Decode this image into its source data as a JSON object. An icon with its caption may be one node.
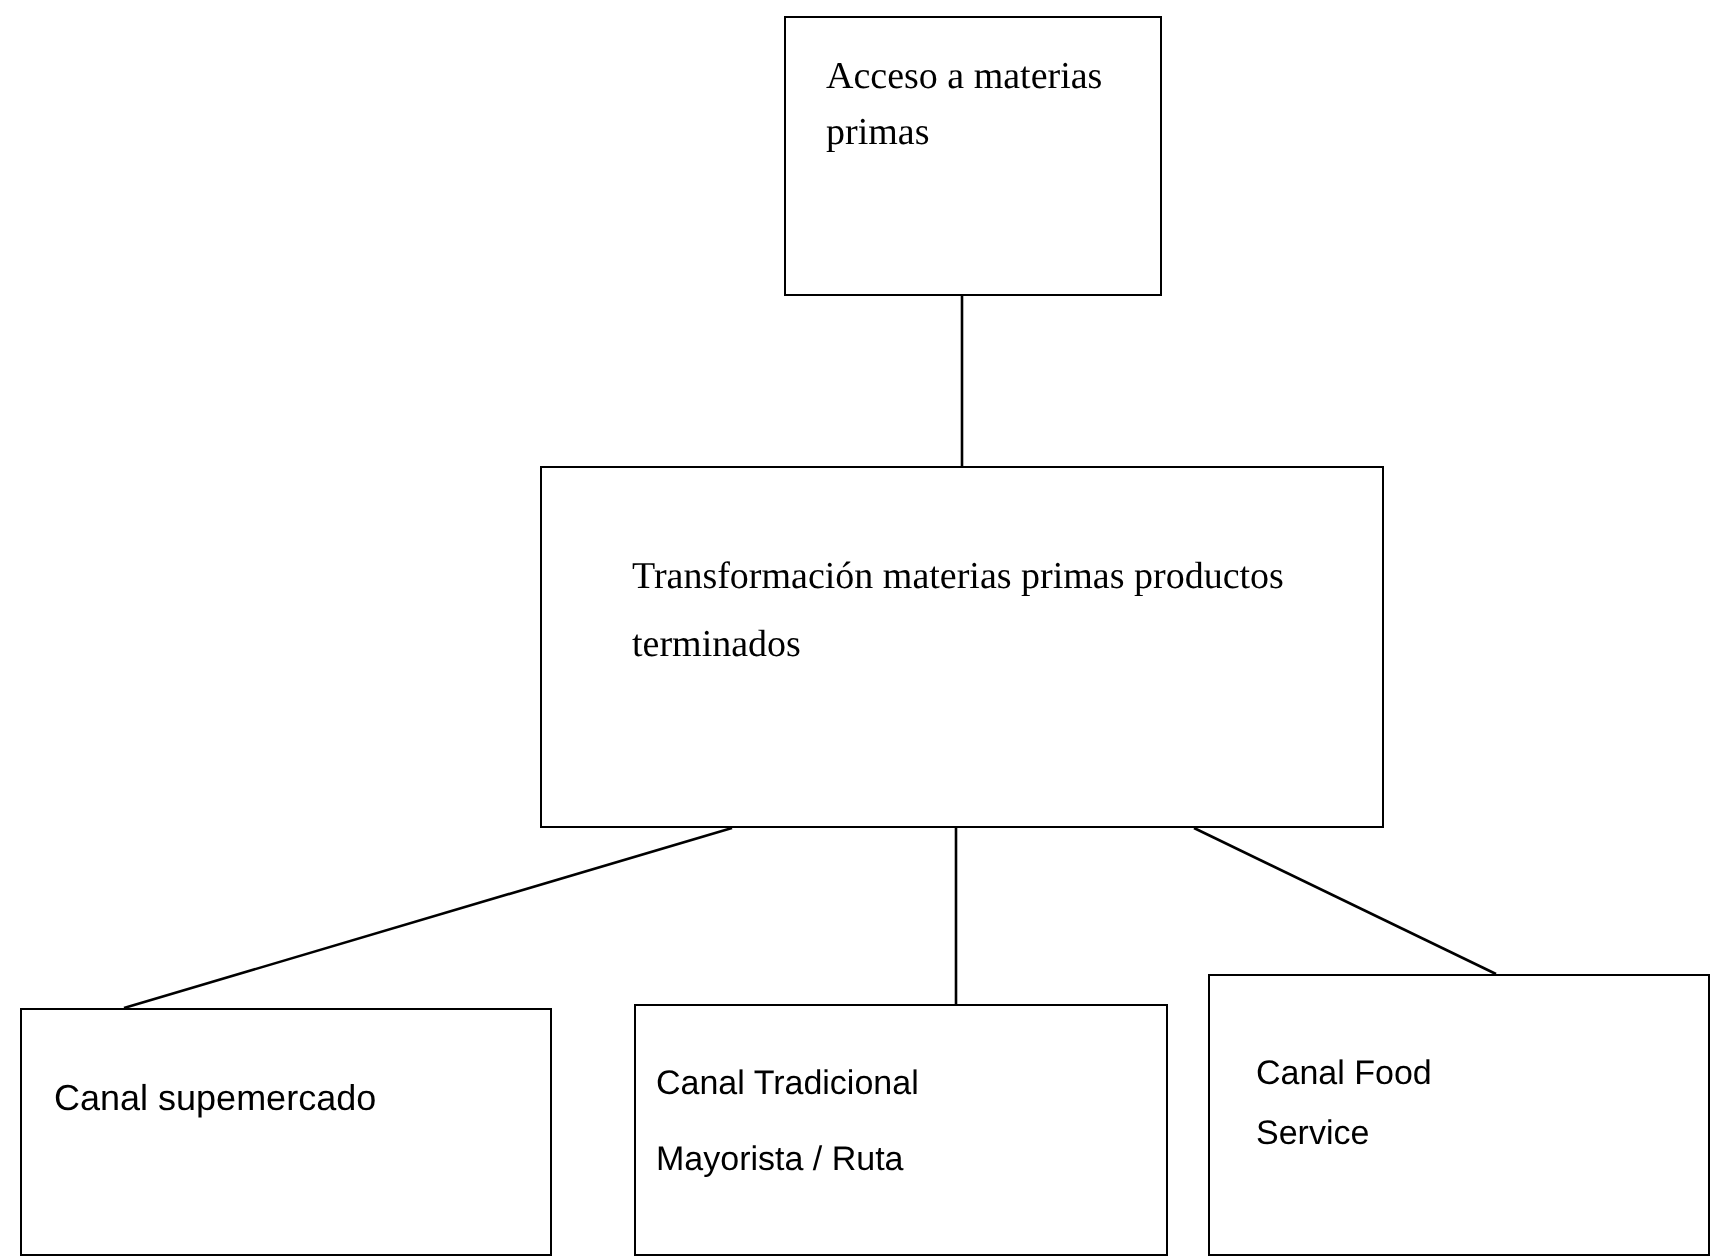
{
  "diagram": {
    "nodes": [
      {
        "text": [
          "Acceso a materias primas"
        ]
      },
      {
        "text": [
          "Transformación materias primas productos terminados"
        ]
      },
      {
        "text": [
          "Canal supemercado"
        ]
      },
      {
        "text": [
          "Canal Tradicional Mayorista / Ruta"
        ]
      },
      {
        "text": [
          "Canal Food Service"
        ]
      }
    ],
    "edges": [
      {
        "from": 0,
        "to": 1,
        "arrow": "none"
      },
      {
        "from": 1,
        "to": 2,
        "arrow": "none"
      },
      {
        "from": 1,
        "to": 3,
        "arrow": "none"
      },
      {
        "from": 1,
        "to": 4,
        "arrow": "none"
      }
    ]
  }
}
